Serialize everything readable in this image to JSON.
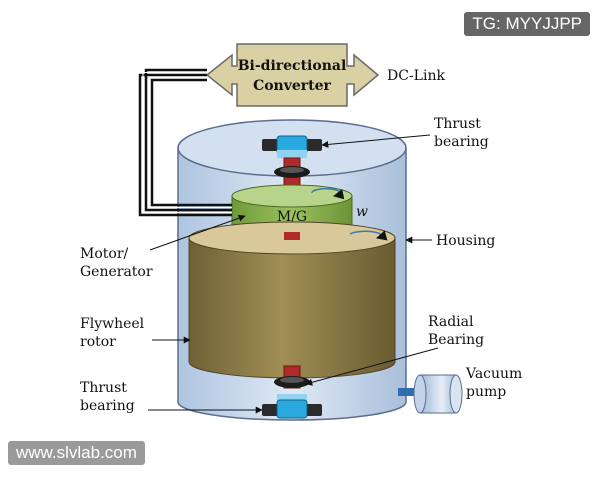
{
  "watermarks": {
    "top_right": "TG: MYYJJPP",
    "bottom_left": "www.slvlab.com"
  },
  "converter": {
    "line1": "Bi-directional",
    "line2": "Converter"
  },
  "dc_link": "DC-Link",
  "motor_label": "M/G",
  "omega": "w",
  "labels": {
    "thrust_top": [
      "Thrust",
      "bearing"
    ],
    "housing": "Housing",
    "motor": [
      "Motor/",
      "Generator"
    ],
    "flywheel": [
      "Flywheel",
      "rotor"
    ],
    "radial": [
      "Radial",
      "Bearing"
    ],
    "vacuum": [
      "Vacuum",
      "pump"
    ],
    "thrust_bottom": [
      "Thrust",
      "bearing"
    ]
  },
  "colors": {
    "housing": "#c9d9ec",
    "flywheel": "#8a7a46",
    "flywheel_top": "#d8c89a",
    "motor": "#8ab04e",
    "motor_top": "#b8d48a",
    "converter": "#d9d1a4",
    "shaft": "#b02a2a",
    "bearing_blue": "#2aa9e0"
  }
}
